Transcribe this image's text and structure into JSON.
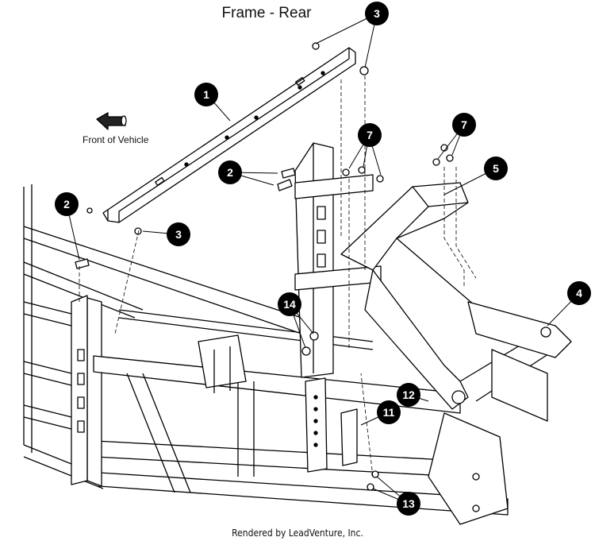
{
  "diagram": {
    "title": "Frame - Rear",
    "front_label": "Front of Vehicle",
    "footer": "Rendered by LeadVenture, Inc."
  },
  "callouts": [
    {
      "id": "c1",
      "label": "1"
    },
    {
      "id": "c2a",
      "label": "2"
    },
    {
      "id": "c2b",
      "label": "2"
    },
    {
      "id": "c3a",
      "label": "3"
    },
    {
      "id": "c3b",
      "label": "3"
    },
    {
      "id": "c4",
      "label": "4"
    },
    {
      "id": "c5",
      "label": "5"
    },
    {
      "id": "c7a",
      "label": "7"
    },
    {
      "id": "c7b",
      "label": "7"
    },
    {
      "id": "c11",
      "label": "11"
    },
    {
      "id": "c12",
      "label": "12"
    },
    {
      "id": "c13",
      "label": "13"
    },
    {
      "id": "c14",
      "label": "14"
    }
  ],
  "colors": {
    "line": "#000000",
    "background": "#ffffff",
    "callout_fill": "#000000",
    "callout_text": "#ffffff"
  }
}
